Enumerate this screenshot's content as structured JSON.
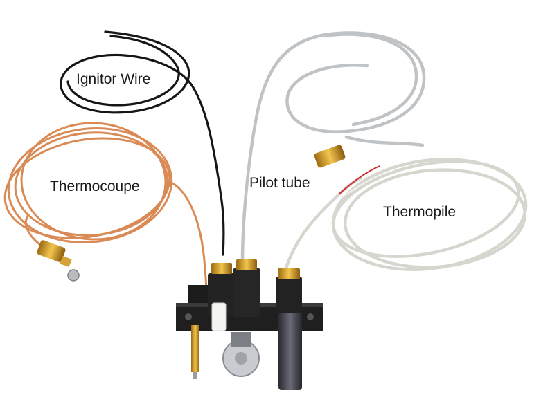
{
  "labels": {
    "ignitor": "Ignitor Wire",
    "thermocouple": "Thermocoupe",
    "pilot": "Pilot tube",
    "thermopile": "Thermopile"
  },
  "colors": {
    "copper": "#d98a55",
    "black_wire": "#1a1a1a",
    "silver_tube": "#c9cccf",
    "braided": "#dcdcd6",
    "brass": "#d9a441",
    "bracket": "#1f1f1f"
  }
}
